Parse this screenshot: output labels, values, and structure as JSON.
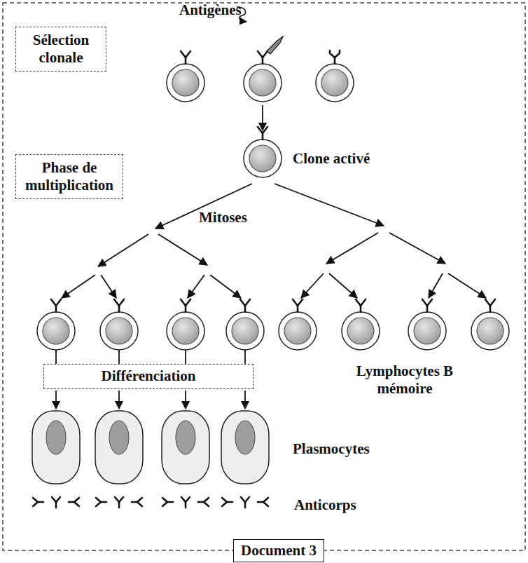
{
  "diagram": {
    "caption": "Document 3",
    "nodes": [
      {
        "text": [
          "Sélection clonale"
        ]
      },
      {
        "text": [
          "Phase de multiplication"
        ]
      },
      {
        "text": [
          "Différenciation"
        ]
      }
    ],
    "labels": [
      "Antigènes",
      "Clone activé",
      "Mitoses",
      "Lymphocytes B mémoire",
      "Plasmocytes",
      "Anticorps"
    ]
  }
}
